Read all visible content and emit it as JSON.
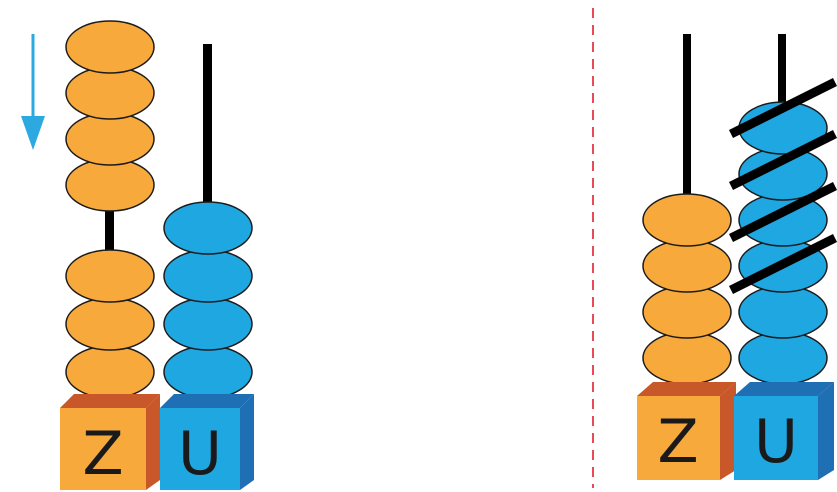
{
  "colors": {
    "tens_bead": "#F7A93B",
    "units_bead": "#1FA7E1",
    "bead_outline": "#1b1b1b",
    "rod": "#000000",
    "divider": "#E74B57",
    "arrow": "#2BA9E0",
    "tens_cube_front": "#F7A93B",
    "tens_cube_top": "#C8572A",
    "tens_cube_side": "#C8572A",
    "units_cube_front": "#1FA7E1",
    "units_cube_top": "#1F6FB4",
    "units_cube_side": "#1F6FB4"
  },
  "left_abacus": {
    "tens_label": "Z",
    "units_label": "U",
    "tens_beads_lifted": 4,
    "tens_beads_on_base": 3,
    "units_beads": 4,
    "arrow_icon": "down-arrow-icon"
  },
  "right_abacus": {
    "tens_label": "Z",
    "units_label": "U",
    "tens_beads": 4,
    "units_beads": 6,
    "units_beads_crossed_out": 4
  },
  "divider": {
    "style": "dashed"
  }
}
